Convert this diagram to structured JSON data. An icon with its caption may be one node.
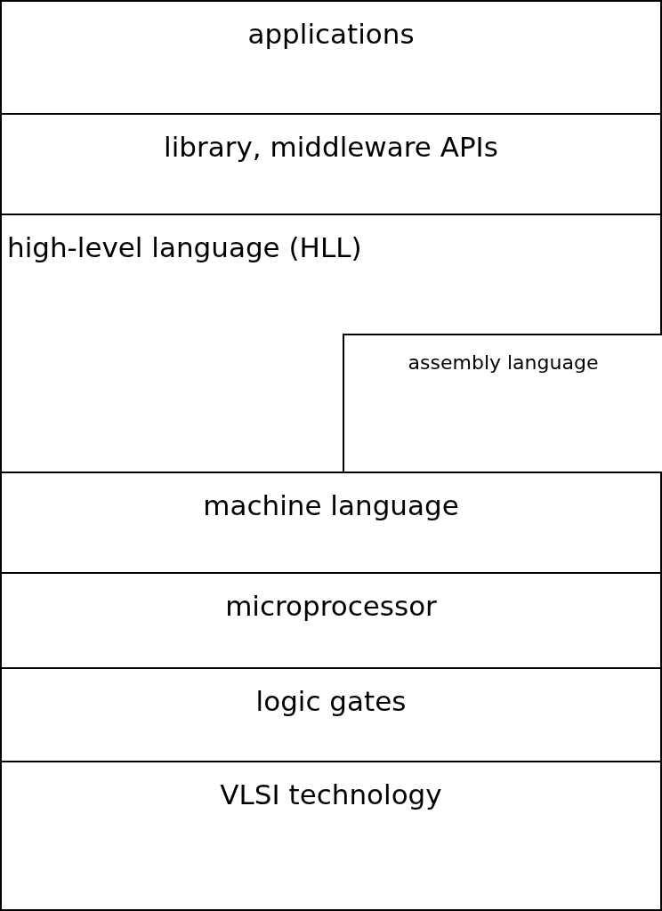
{
  "diagram": {
    "nodes": [
      {
        "text": [
          "applications"
        ]
      },
      {
        "text": [
          "library, middleware APIs"
        ]
      },
      {
        "text": [
          "high-level language (HLL)"
        ]
      },
      {
        "text": [
          "assembly language"
        ],
        "in": 2
      },
      {
        "text": [
          "machine language"
        ]
      },
      {
        "text": [
          "microprocessor"
        ]
      },
      {
        "text": [
          "logic gates"
        ]
      },
      {
        "text": [
          "VLSI technology"
        ]
      }
    ]
  }
}
